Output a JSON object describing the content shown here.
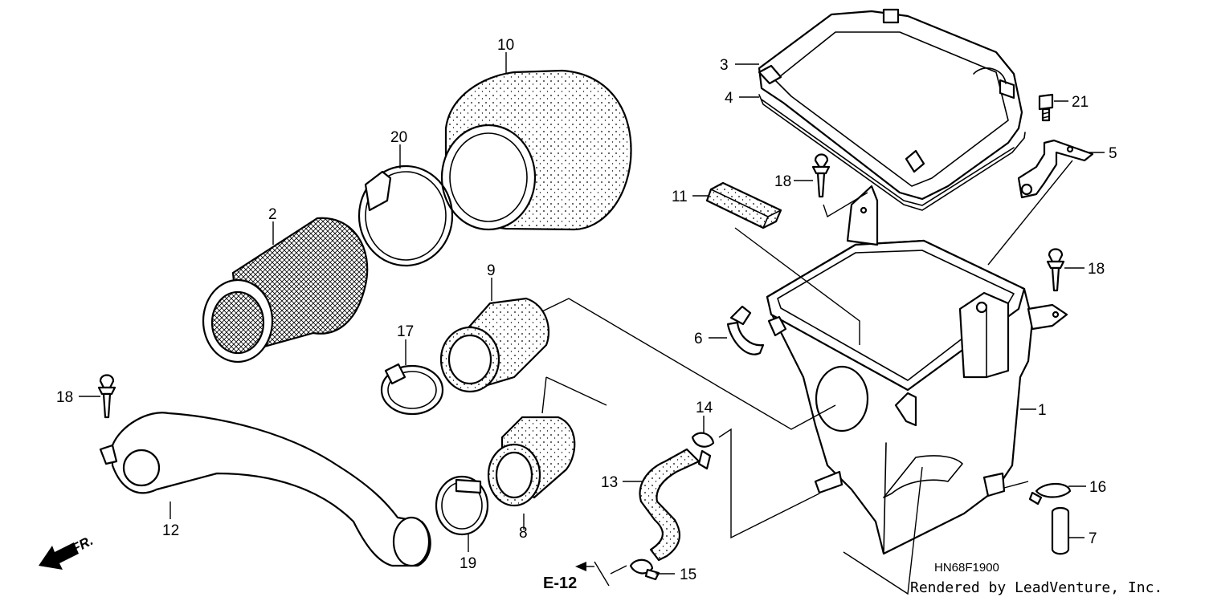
{
  "diagram": {
    "code": "HN68F1900",
    "credit": "Rendered by LeadVenture, Inc.",
    "ref_page": "E-12",
    "front_mark": "FR.",
    "callouts": {
      "c1": "1",
      "c2": "2",
      "c3": "3",
      "c4": "4",
      "c5": "5",
      "c6": "6",
      "c7": "7",
      "c8": "8",
      "c9": "9",
      "c10": "10",
      "c11": "11",
      "c12": "12",
      "c13": "13",
      "c14": "14",
      "c15": "15",
      "c16": "16",
      "c17": "17",
      "c18a": "18",
      "c18b": "18",
      "c18c": "18",
      "c19": "19",
      "c20": "20",
      "c21": "21"
    }
  }
}
